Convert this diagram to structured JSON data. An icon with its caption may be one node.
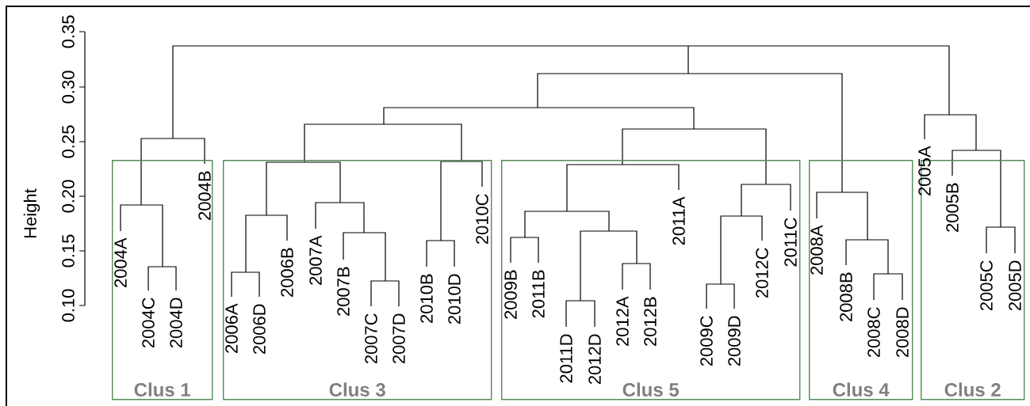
{
  "diagram": {
    "nodes": [
      {
        "text": [
          "Clus 1"
        ]
      },
      {
        "text": [
          "2004A"
        ],
        "in": 0
      },
      {
        "text": [
          "2004C"
        ],
        "in": 0
      },
      {
        "text": [
          "2004D"
        ],
        "in": 0
      },
      {
        "text": [
          "2004B"
        ],
        "in": 0
      },
      {
        "text": [
          "Clus 3"
        ]
      },
      {
        "text": [
          "2006A"
        ],
        "in": 5
      },
      {
        "text": [
          "2006D"
        ],
        "in": 5
      },
      {
        "text": [
          "2006B"
        ],
        "in": 5
      },
      {
        "text": [
          "2007A"
        ],
        "in": 5
      },
      {
        "text": [
          "2007B"
        ],
        "in": 5
      },
      {
        "text": [
          "2007C"
        ],
        "in": 5
      },
      {
        "text": [
          "2007D"
        ],
        "in": 5
      },
      {
        "text": [
          "2010B"
        ],
        "in": 5
      },
      {
        "text": [
          "2010D"
        ],
        "in": 5
      },
      {
        "text": [
          "2010C"
        ],
        "in": 5
      },
      {
        "text": [
          "Clus 5"
        ]
      },
      {
        "text": [
          "2009B"
        ],
        "in": 16
      },
      {
        "text": [
          "2011B"
        ],
        "in": 16
      },
      {
        "text": [
          "2011D"
        ],
        "in": 16
      },
      {
        "text": [
          "2012D"
        ],
        "in": 16
      },
      {
        "text": [
          "2012A"
        ],
        "in": 16
      },
      {
        "text": [
          "2012B"
        ],
        "in": 16
      },
      {
        "text": [
          "2011A"
        ],
        "in": 16
      },
      {
        "text": [
          "2009C"
        ],
        "in": 16
      },
      {
        "text": [
          "2009D"
        ],
        "in": 16
      },
      {
        "text": [
          "2012C"
        ],
        "in": 16
      },
      {
        "text": [
          "2011C"
        ],
        "in": 16
      },
      {
        "text": [
          "Clus 4"
        ]
      },
      {
        "text": [
          "2008A"
        ],
        "in": 28
      },
      {
        "text": [
          "2008B"
        ],
        "in": 28
      },
      {
        "text": [
          "2008C"
        ],
        "in": 28
      },
      {
        "text": [
          "2008D"
        ],
        "in": 28
      },
      {
        "text": [
          "Clus 2"
        ]
      },
      {
        "text": [
          "2005A"
        ],
        "in": 33
      },
      {
        "text": [
          "2005B"
        ],
        "in": 33
      },
      {
        "text": [
          "2005C"
        ],
        "in": 33
      },
      {
        "text": [
          "2005D"
        ],
        "in": 33
      }
    ],
    "labels": [
      "0.10",
      "0.15",
      "0.20",
      "0.25",
      "0.30",
      "0.35",
      "Height"
    ]
  }
}
